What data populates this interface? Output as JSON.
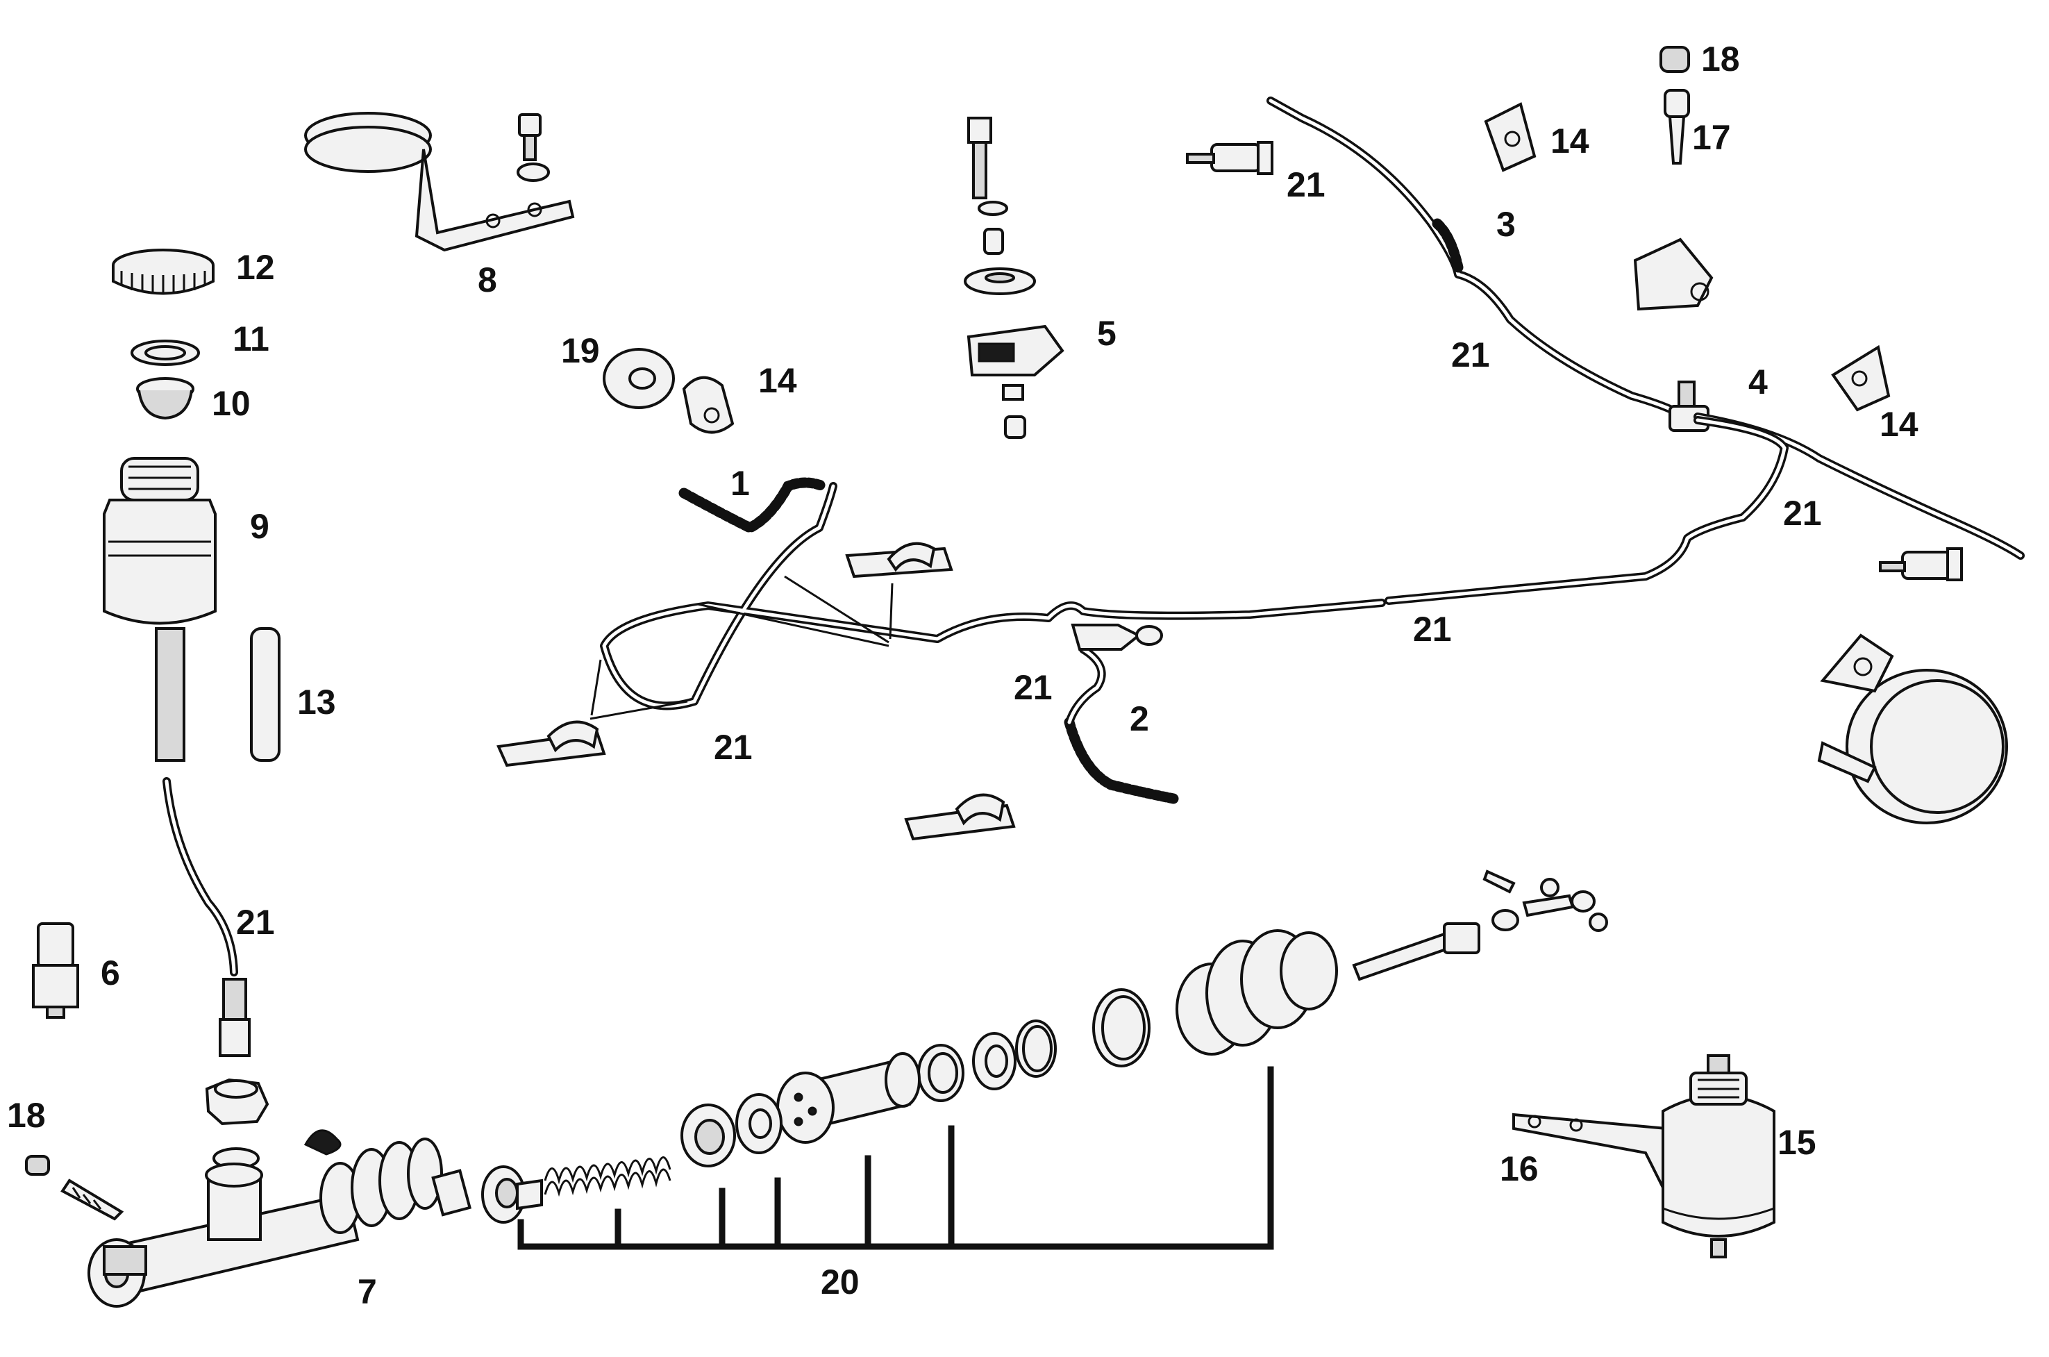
{
  "callouts": [
    {
      "id": "c-12",
      "text": "12"
    },
    {
      "id": "c-11",
      "text": "11"
    },
    {
      "id": "c-10",
      "text": "10"
    },
    {
      "id": "c-9",
      "text": "9"
    },
    {
      "id": "c-13",
      "text": "13"
    },
    {
      "id": "c-8",
      "text": "8"
    },
    {
      "id": "c-19",
      "text": "19"
    },
    {
      "id": "c-14a",
      "text": "14"
    },
    {
      "id": "c-1",
      "text": "1"
    },
    {
      "id": "c-5",
      "text": "5"
    },
    {
      "id": "c-21a",
      "text": "21"
    },
    {
      "id": "c-3",
      "text": "3"
    },
    {
      "id": "c-14b",
      "text": "14"
    },
    {
      "id": "c-18a",
      "text": "18"
    },
    {
      "id": "c-17",
      "text": "17"
    },
    {
      "id": "c-21b",
      "text": "21"
    },
    {
      "id": "c-4",
      "text": "4"
    },
    {
      "id": "c-14c",
      "text": "14"
    },
    {
      "id": "c-21c",
      "text": "21"
    },
    {
      "id": "c-21d",
      "text": "21"
    },
    {
      "id": "c-21e",
      "text": "21"
    },
    {
      "id": "c-2",
      "text": "2"
    },
    {
      "id": "c-21f",
      "text": "21"
    },
    {
      "id": "c-21g",
      "text": "21"
    },
    {
      "id": "c-6",
      "text": "6"
    },
    {
      "id": "c-18b",
      "text": "18"
    },
    {
      "id": "c-7",
      "text": "7"
    },
    {
      "id": "c-20",
      "text": "20"
    },
    {
      "id": "c-15",
      "text": "15"
    },
    {
      "id": "c-16",
      "text": "16"
    }
  ]
}
